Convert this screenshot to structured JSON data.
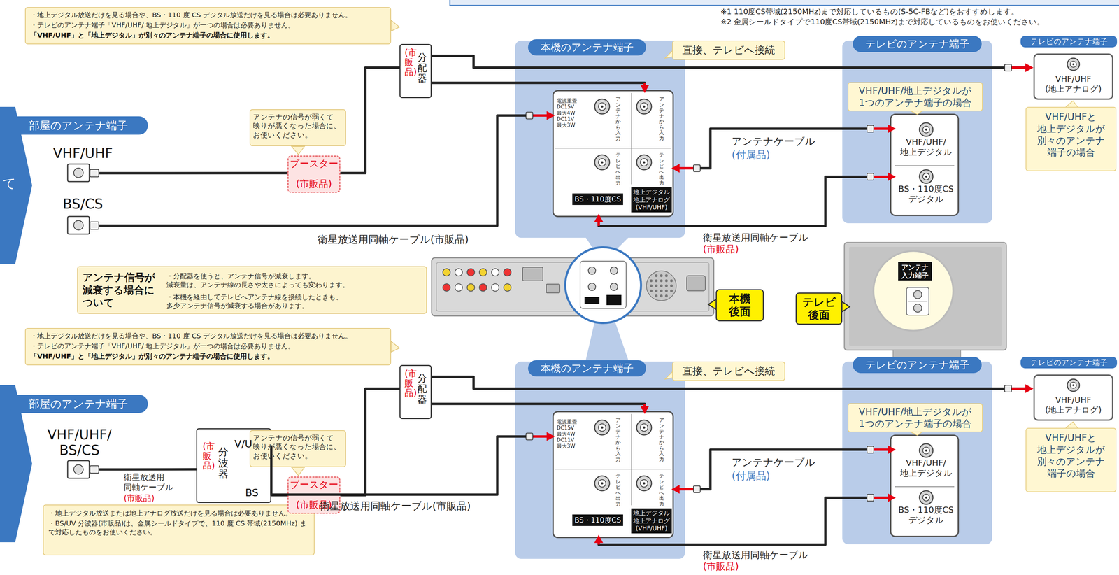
{
  "diagram": {
    "nodes": [
      {
        "text": [
          "・地上デジタル放送だけを見る場合や、BS・110 度 CS デジタル放送だけを見る場合は必要ありません。",
          "・テレビのアンテナ端子「VHF/UHF/ 地上デジタル」が一つの場合は必要ありません。",
          "「VHF/UHF」と「地上デジタル」が別々のアンテナ端子の場合に使用します。"
        ]
      },
      {
        "text": [
          "部屋のアンテナ端子"
        ]
      },
      {
        "text": [
          "VHF/UHF"
        ]
      },
      {
        "text": [
          "BS/CS"
        ]
      },
      {
        "text": [
          "(市販品)",
          "分配器"
        ]
      },
      {
        "text": [
          "アンテナの信号が弱くて 映りが悪くなった場合に、 お使いください。"
        ]
      },
      {
        "text": [
          "ブースター",
          "(市販品)"
        ]
      },
      {
        "text": [
          "本機のアンテナ端子"
        ]
      },
      {
        "text": [
          "電源重畳 DC15V 最大4W DC11V 最大3W",
          "アンテナから入力"
        ],
        "in": 7
      },
      {
        "text": [
          "アンテナから入力"
        ],
        "in": 7
      },
      {
        "text": [
          "テレビへ出力",
          "BS・110度CS"
        ],
        "in": 7
      },
      {
        "text": [
          "テレビへ出力",
          "地上デジタル 地上アナログ (VHF/UHF)"
        ],
        "in": 7
      },
      {
        "text": [
          "直接、テレビへ接続"
        ]
      },
      {
        "text": [
          "テレビのアンテナ端子"
        ]
      },
      {
        "text": [
          "VHF/UHF/地上デジタルが 1つのアンテナ端子の場合"
        ],
        "in": 13
      },
      {
        "text": [
          "VHF/UHF/ 地上デジタル"
        ],
        "in": 13
      },
      {
        "text": [
          "BS・110度CS デジタル"
        ],
        "in": 13
      },
      {
        "text": [
          "テレビのアンテナ端子"
        ]
      },
      {
        "text": [
          "VHF/UHF (地上アナログ)"
        ]
      },
      {
        "text": [
          "VHF/UHFと 地上デジタルが 別々のアンテナ 端子の場合"
        ]
      },
      {
        "text": [
          "アンテナ信号が 減衰する場合に ついて",
          "・分配器を使うと、アンテナ信号が減衰します。 減衰量は、アンテナ線の長さや太さによっても変わります。",
          "・本機を経由してテレビへアンテナ線を接続したときも、 多少アンテナ信号が減衰する場合があります。"
        ]
      },
      {
        "text": [
          "本機 後面"
        ]
      },
      {
        "text": [
          "テレビ 後面"
        ]
      },
      {
        "text": [
          "アンテナ 入力端子"
        ]
      },
      {
        "text": [
          "・地上デジタル放送だけを見る場合や、BS・110 度 CS デジタル放送だけを見る場合は必要ありません。",
          "・テレビのアンテナ端子「VHF/UHF/ 地上デジタル」が一つの場合は必要ありません。",
          "「VHF/UHF」と「地上デジタル」が別々のアンテナ端子の場合に使用します。"
        ]
      },
      {
        "text": [
          "部屋のアンテナ端子"
        ]
      },
      {
        "text": [
          "VHF/UHF/ BS/CS"
        ]
      },
      {
        "text": [
          "(市販品)",
          "分波器",
          "V/U",
          "BS"
        ]
      },
      {
        "text": [
          "・地上デジタル放送または地上アナログ放送だけを見る場合は必要ありません。",
          "・BS/UV 分波器(市販品)は、金属シールドタイプで、110 度 CS 帯域(2150MHz) まで対応したものをお使いください。"
        ]
      },
      {
        "text": [
          "(市販品)",
          "分配器"
        ]
      },
      {
        "text": [
          "アンテナの信号が弱くて 映りが悪くなった場合に、 お使いください。"
        ]
      },
      {
        "text": [
          "ブースター",
          "(市販品)"
        ]
      },
      {
        "text": [
          "本機のアンテナ端子"
        ]
      },
      {
        "text": [
          "電源重畳 DC15V 最大4W DC11V 最大3W",
          "アンテナから入力"
        ],
        "in": 32
      },
      {
        "text": [
          "アンテナから入力"
        ],
        "in": 32
      },
      {
        "text": [
          "テレビへ出力",
          "BS・110度CS"
        ],
        "in": 32
      },
      {
        "text": [
          "テレビへ出力",
          "地上デジタル 地上アナログ (VHF/UHF)"
        ],
        "in": 32
      },
      {
        "text": [
          "直接、テレビへ接続"
        ]
      },
      {
        "text": [
          "テレビのアンテナ端子"
        ]
      },
      {
        "text": [
          "VHF/UHF/地上デジタルが 1つのアンテナ端子の場合"
        ],
        "in": 38
      },
      {
        "text": [
          "VHF/UHF/ 地上デジタル"
        ],
        "in": 38
      },
      {
        "text": [
          "BS・110度CS デジタル"
        ],
        "in": 38
      },
      {
        "text": [
          "テレビのアンテナ端子"
        ]
      },
      {
        "text": [
          "VHF/UHF (地上アナログ)"
        ]
      },
      {
        "text": [
          "VHF/UHFと 地上デジタルが 別々のアンテナ 端子の場合"
        ]
      }
    ],
    "edges": [
      {
        "from": 2,
        "to": 6,
        "arrow": "none"
      },
      {
        "from": 6,
        "to": 4,
        "arrow": "none"
      },
      {
        "from": 4,
        "to": 18,
        "arrow": "to"
      },
      {
        "from": 4,
        "to": 9,
        "arrow": "to"
      },
      {
        "from": 3,
        "to": 8,
        "arrow": "to"
      },
      {
        "from": 11,
        "to": 15,
        "arrow": "both"
      },
      {
        "from": 10,
        "to": 16,
        "arrow": "both"
      },
      {
        "from": 26,
        "to": 27,
        "arrow": "none"
      },
      {
        "from": 27,
        "to": 31,
        "arrow": "none"
      },
      {
        "from": 31,
        "to": 29,
        "arrow": "none"
      },
      {
        "from": 29,
        "to": 43,
        "arrow": "to"
      },
      {
        "from": 29,
        "to": 34,
        "arrow": "to"
      },
      {
        "from": 27,
        "to": 33,
        "arrow": "to"
      },
      {
        "from": 36,
        "to": 40,
        "arrow": "both"
      },
      {
        "from": 35,
        "to": 41,
        "arrow": "both"
      }
    ],
    "labels": [
      "※1 110度CS帯域(2150MHz)まで対応しているもの(S-5C-FBなど)をおすすめします。",
      "※2 金属シールドタイプで110度CS帯域(2150MHz)まで対応しているものをお使いください。",
      "て",
      "衛星放送用同軸ケーブル(市販品)",
      "アンテナケーブル",
      "(付属品)",
      "衛星放送用同軸ケーブル",
      "(市販品)",
      "衛星放送用 同軸ケーブル",
      "(市販品)",
      "衛星放送用同軸ケーブル(市販品)",
      "アンテナケーブル",
      "(付属品)",
      "衛星放送用同軸ケーブル",
      "(市販品)"
    ]
  }
}
